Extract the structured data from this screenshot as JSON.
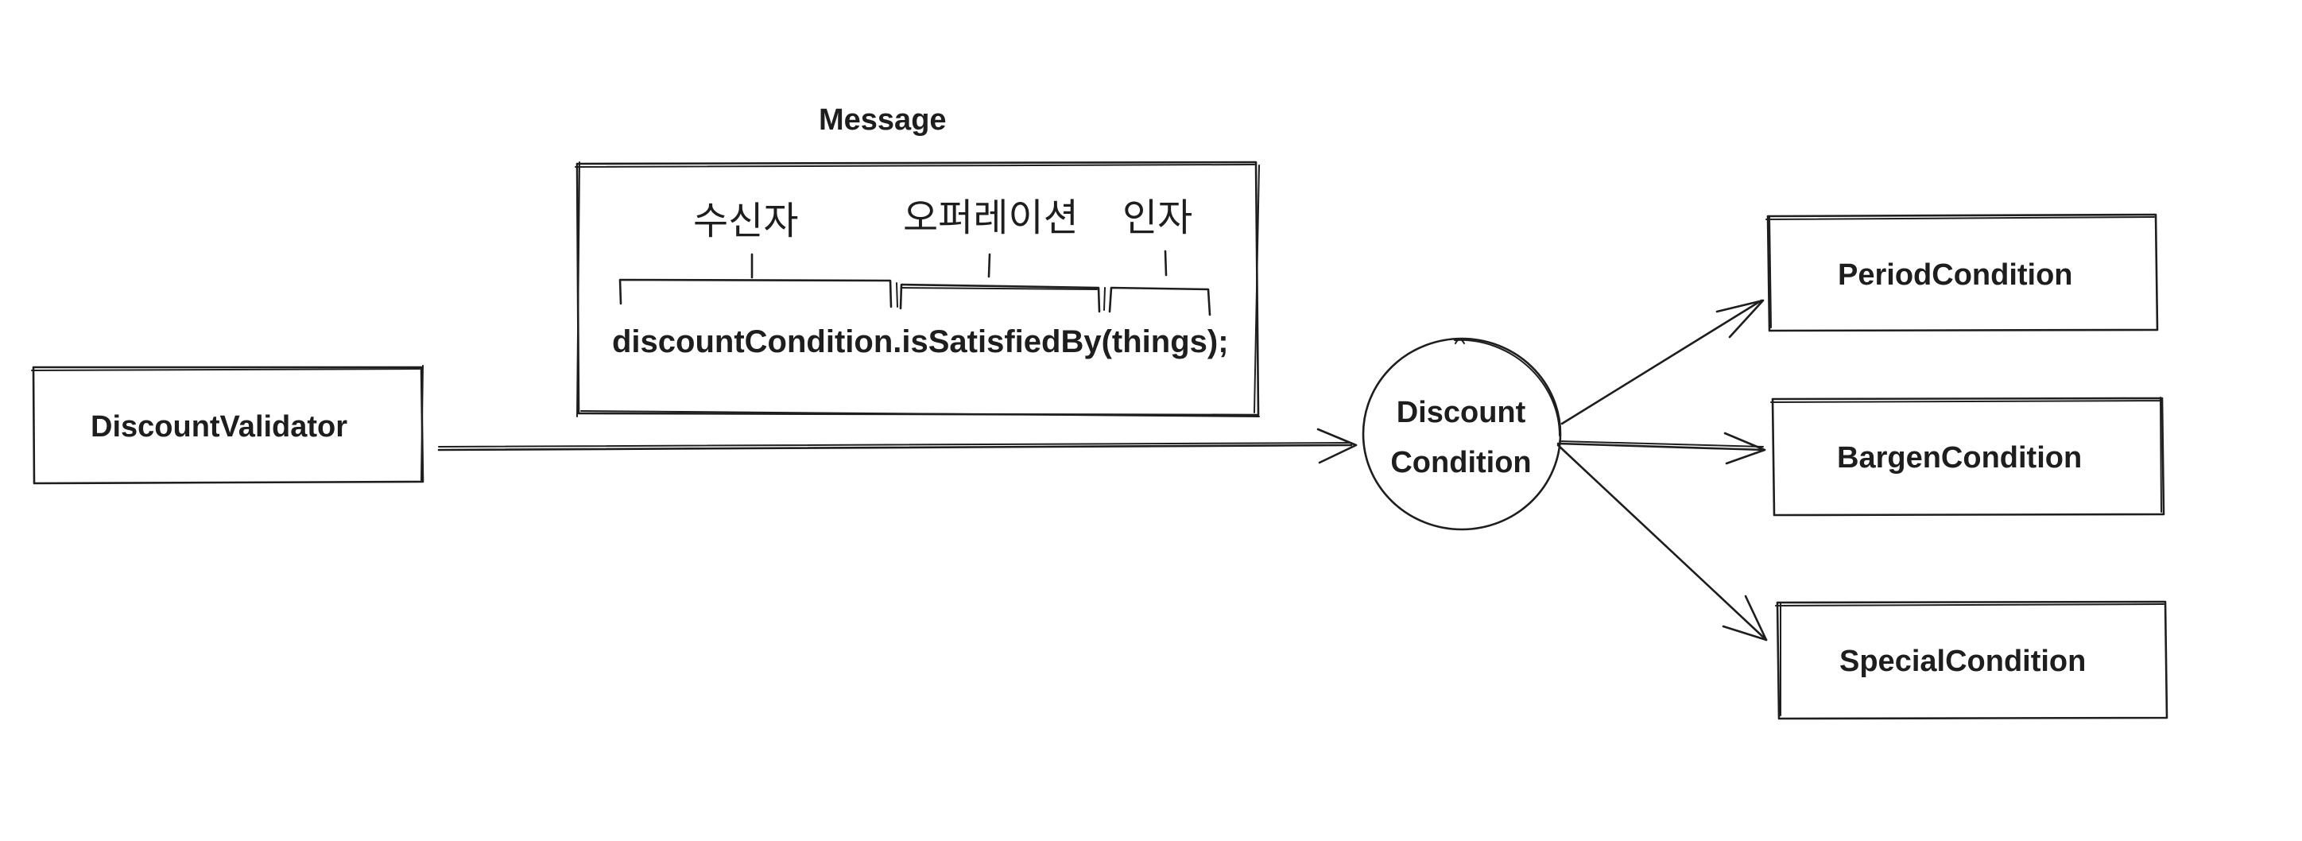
{
  "message": {
    "title": "Message",
    "receiver_label": "수신자",
    "operation_label": "오퍼레이션",
    "argument_label": "인자",
    "code": "discountCondition.isSatisfiedBy(things);"
  },
  "nodes": {
    "validator": "DiscountValidator",
    "condition_line1": "Discount",
    "condition_line2": "Condition",
    "period": "PeriodCondition",
    "bargen": "BargenCondition",
    "special": "SpecialCondition"
  },
  "colors": {
    "stroke": "#1e1e1e",
    "background": "#ffffff"
  }
}
